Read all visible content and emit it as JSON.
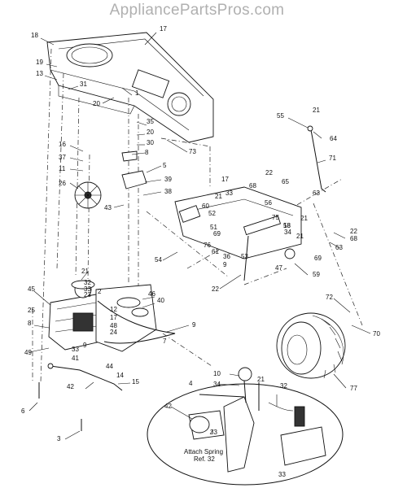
{
  "watermark": "AppliancePartsPros.com",
  "diagram": {
    "callouts": [
      "18",
      "19",
      "13",
      "17",
      "31",
      "20",
      "1",
      "35",
      "20",
      "30",
      "73",
      "8",
      "16",
      "37",
      "11",
      "26",
      "5",
      "39",
      "38",
      "43",
      "64",
      "55",
      "21",
      "71",
      "22",
      "63",
      "68",
      "65",
      "17",
      "33",
      "21",
      "60",
      "52",
      "56",
      "75",
      "18",
      "21",
      "69",
      "58",
      "51",
      "76",
      "61",
      "34",
      "21",
      "54",
      "36",
      "9",
      "53",
      "22",
      "68",
      "63",
      "22",
      "69",
      "59",
      "47",
      "21",
      "32",
      "33",
      "23",
      "2",
      "45",
      "46",
      "40",
      "25",
      "8",
      "12",
      "17",
      "48",
      "24",
      "49",
      "33",
      "41",
      "44",
      "9",
      "7",
      "9",
      "14",
      "15",
      "42",
      "6",
      "3",
      "72",
      "70",
      "77",
      "10",
      "34",
      "21",
      "4",
      "32",
      "42",
      "33",
      "33"
    ],
    "inset_caption_line1": "Attach Spring",
    "inset_caption_line2": "Ref. 32"
  }
}
